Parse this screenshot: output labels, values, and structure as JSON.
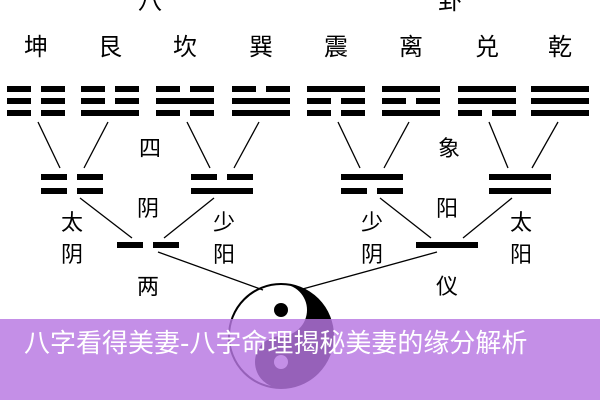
{
  "top_partial": [
    "八",
    "卦"
  ],
  "trigrams": [
    {
      "name": "坤",
      "lines": [
        0,
        0,
        0
      ]
    },
    {
      "name": "艮",
      "lines": [
        1,
        0,
        0
      ]
    },
    {
      "name": "坎",
      "lines": [
        0,
        1,
        0
      ]
    },
    {
      "name": "巽",
      "lines": [
        1,
        1,
        0
      ]
    },
    {
      "name": "震",
      "lines": [
        0,
        0,
        1
      ]
    },
    {
      "name": "离",
      "lines": [
        1,
        0,
        1
      ]
    },
    {
      "name": "兑",
      "lines": [
        0,
        1,
        1
      ]
    },
    {
      "name": "乾",
      "lines": [
        1,
        1,
        1
      ]
    }
  ],
  "four_images": {
    "label": [
      "四",
      "象"
    ],
    "items": [
      {
        "name": [
          "太",
          "阴"
        ],
        "lines": [
          0,
          0
        ]
      },
      {
        "name": [
          "少",
          "阳"
        ],
        "lines": [
          1,
          0
        ]
      },
      {
        "name": [
          "少",
          "阴"
        ],
        "lines": [
          0,
          1
        ]
      },
      {
        "name": [
          "太",
          "阳"
        ],
        "lines": [
          1,
          1
        ]
      }
    ]
  },
  "two_forms": {
    "label": [
      "两",
      "仪"
    ],
    "items": [
      {
        "name": "阴",
        "line": 0
      },
      {
        "name": "阳",
        "line": 1
      }
    ]
  },
  "colors": {
    "ink": "#000000",
    "banner": "#b776e2",
    "banner_text": "#ffffff"
  },
  "banner": {
    "title": "八字看得美妻-八字命理揭秘美妻的缘分解析"
  }
}
